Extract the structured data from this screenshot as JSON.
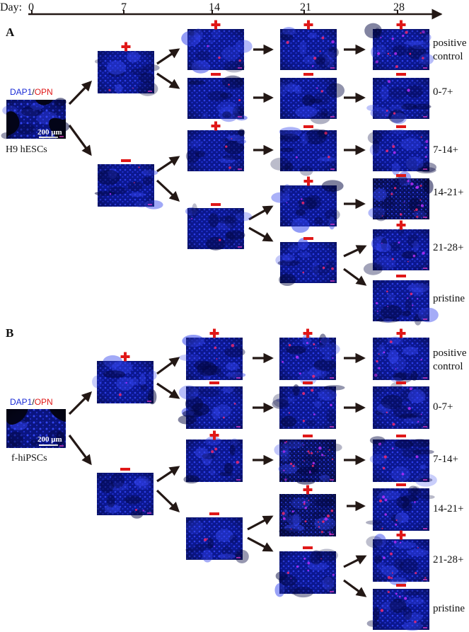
{
  "timeline": {
    "prefix": "Day:",
    "ticks": [
      "0",
      "7",
      "14",
      "21",
      "28"
    ]
  },
  "colors": {
    "dapi": "#1a2bd6",
    "opn": "#e01818",
    "plus_sign": "#e01818",
    "minus_sign": "#e01818",
    "arrow": "#231815",
    "image_bg": "#0c1a8a"
  },
  "panels": [
    {
      "letter": "A",
      "cell_line": "H9 hESCs",
      "legend": {
        "stain1": "DAP1",
        "sep": "/",
        "stain2": "OPN"
      },
      "scale_bar": "200 μm",
      "conditions": [
        "positive control",
        "0-7+",
        "7-14+",
        "14-21+",
        "21-28+",
        "pristine"
      ]
    },
    {
      "letter": "B",
      "cell_line": "f-hiPSCs",
      "legend": {
        "stain1": "DAP1",
        "sep": "/",
        "stain2": "OPN"
      },
      "scale_bar": "200 μm",
      "conditions": [
        "positive control",
        "0-7+",
        "7-14+",
        "14-21+",
        "21-28+",
        "pristine"
      ]
    }
  ],
  "sign_icons": {
    "plus": "plus-sign-icon",
    "minus": "minus-sign-icon"
  }
}
